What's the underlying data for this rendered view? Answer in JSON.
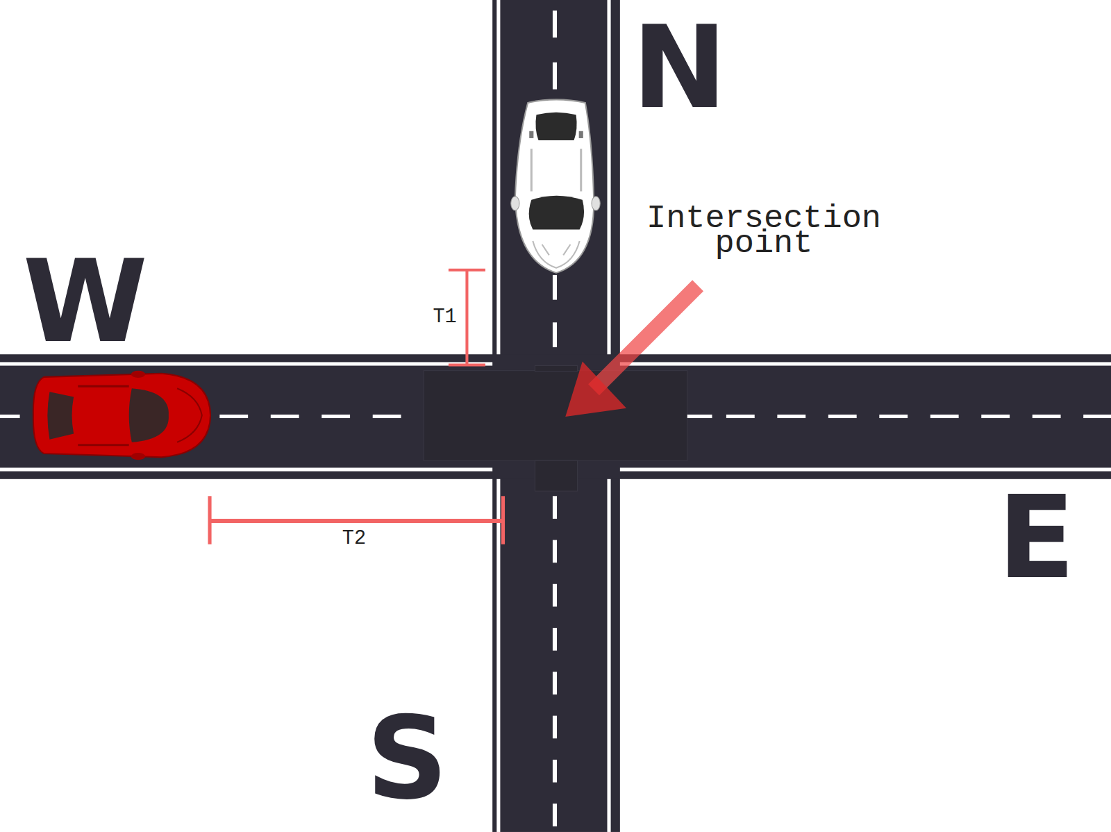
{
  "diagram": {
    "labels": [
      "N",
      "Intersection point",
      "W",
      "T1",
      "E",
      "T2",
      "S"
    ]
  }
}
